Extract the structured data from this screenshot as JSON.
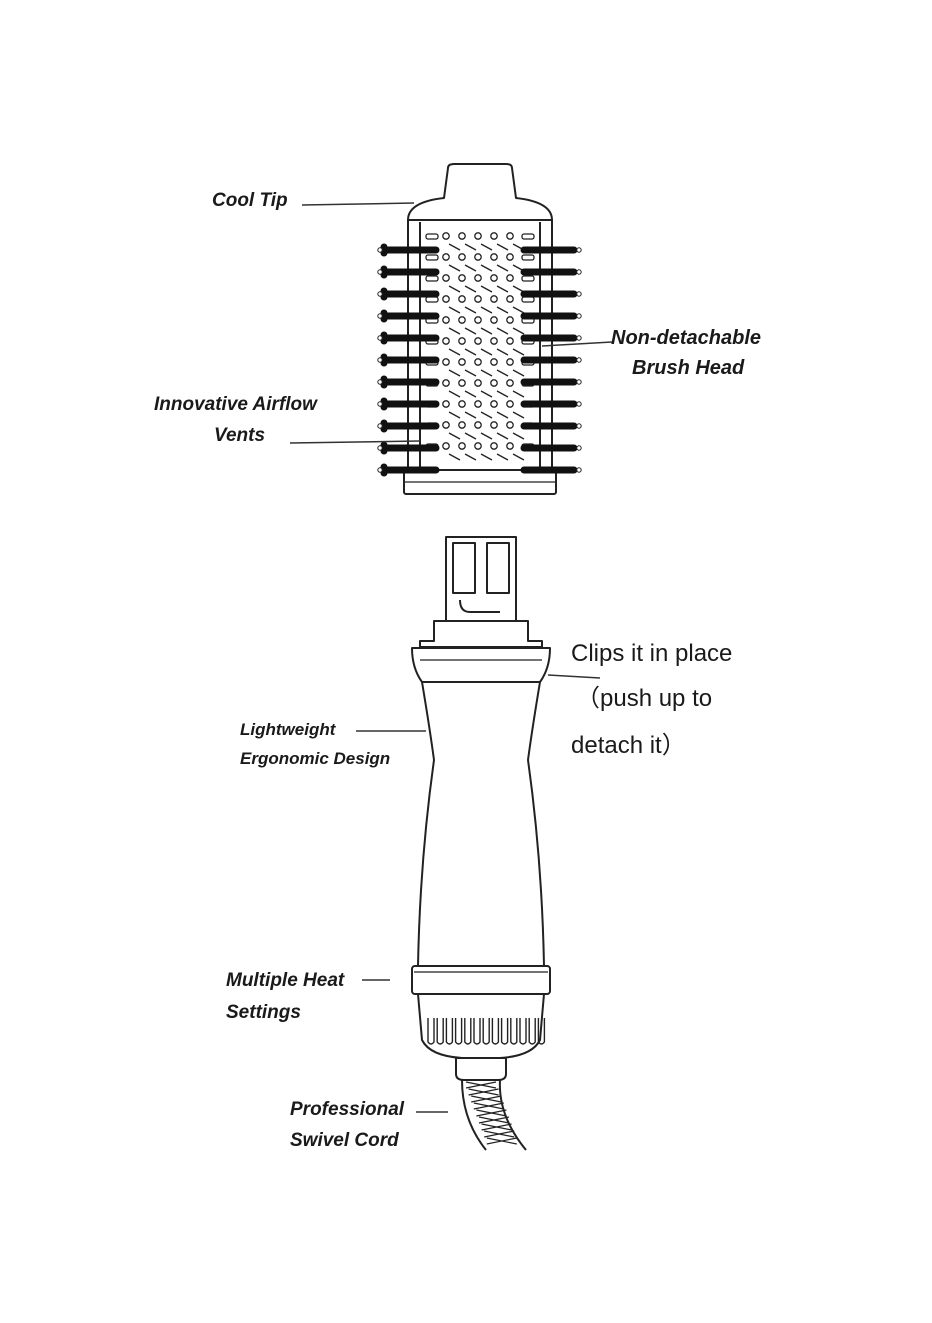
{
  "labels": {
    "cool_tip": "Cool Tip",
    "non_detachable_1": "Non-detachable",
    "non_detachable_2": "Brush Head",
    "airflow_1": "Innovative Airflow",
    "airflow_2": "Vents",
    "clips_1": "Clips it in place",
    "clips_2": "（push up to",
    "clips_3": "detach it）",
    "lightweight_1": "Lightweight",
    "lightweight_2": "Ergonomic  Design",
    "heat_1": "Multiple Heat",
    "heat_2": "Settings",
    "cord_1": "Professional",
    "cord_2": "Swivel Cord"
  },
  "colors": {
    "line": "#222222",
    "bristle": "#111111",
    "background": "#ffffff"
  },
  "icons": {
    "bristle": "bristle-icon",
    "vent": "airflow-vent-icon"
  }
}
